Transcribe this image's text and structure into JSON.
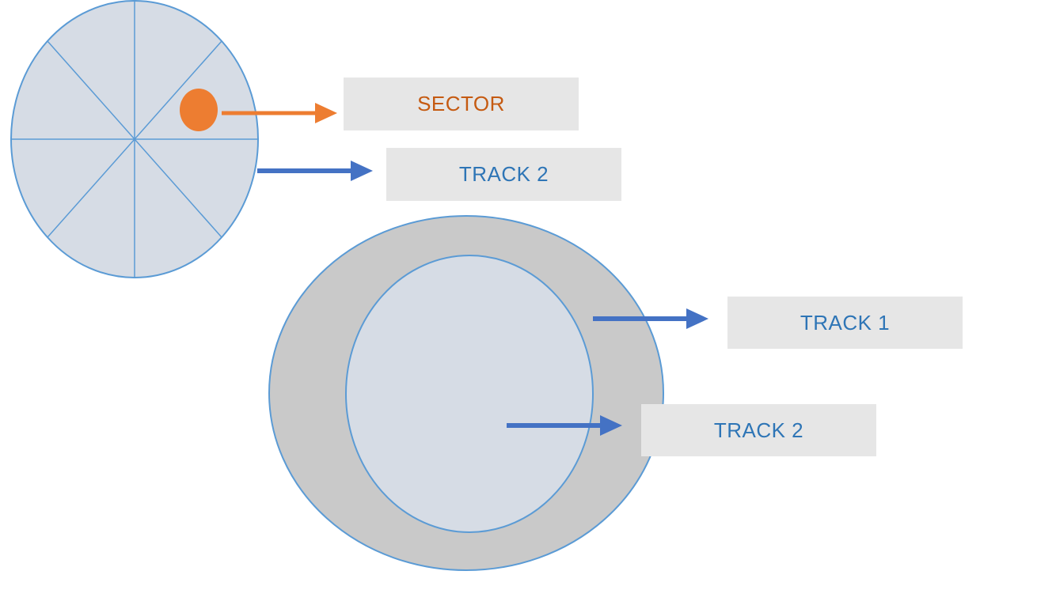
{
  "labels": {
    "sector": "SECTOR",
    "track2_top": "TRACK 2",
    "track1": "TRACK 1",
    "track2_bottom": "TRACK 2"
  },
  "colors": {
    "disk_fill": "#d6dce5",
    "disk_stroke": "#5b9bd5",
    "outer_ring_fill": "#c9c9c9",
    "sector_marker": "#ed7d31",
    "sector_text": "#c55a11",
    "track_arrow": "#4472c4",
    "track_text": "#2e75b6",
    "label_box_bg": "#e6e6e6"
  },
  "icons": {
    "sector_marker": "orange-filled-ellipse",
    "arrows": "right-arrow"
  }
}
